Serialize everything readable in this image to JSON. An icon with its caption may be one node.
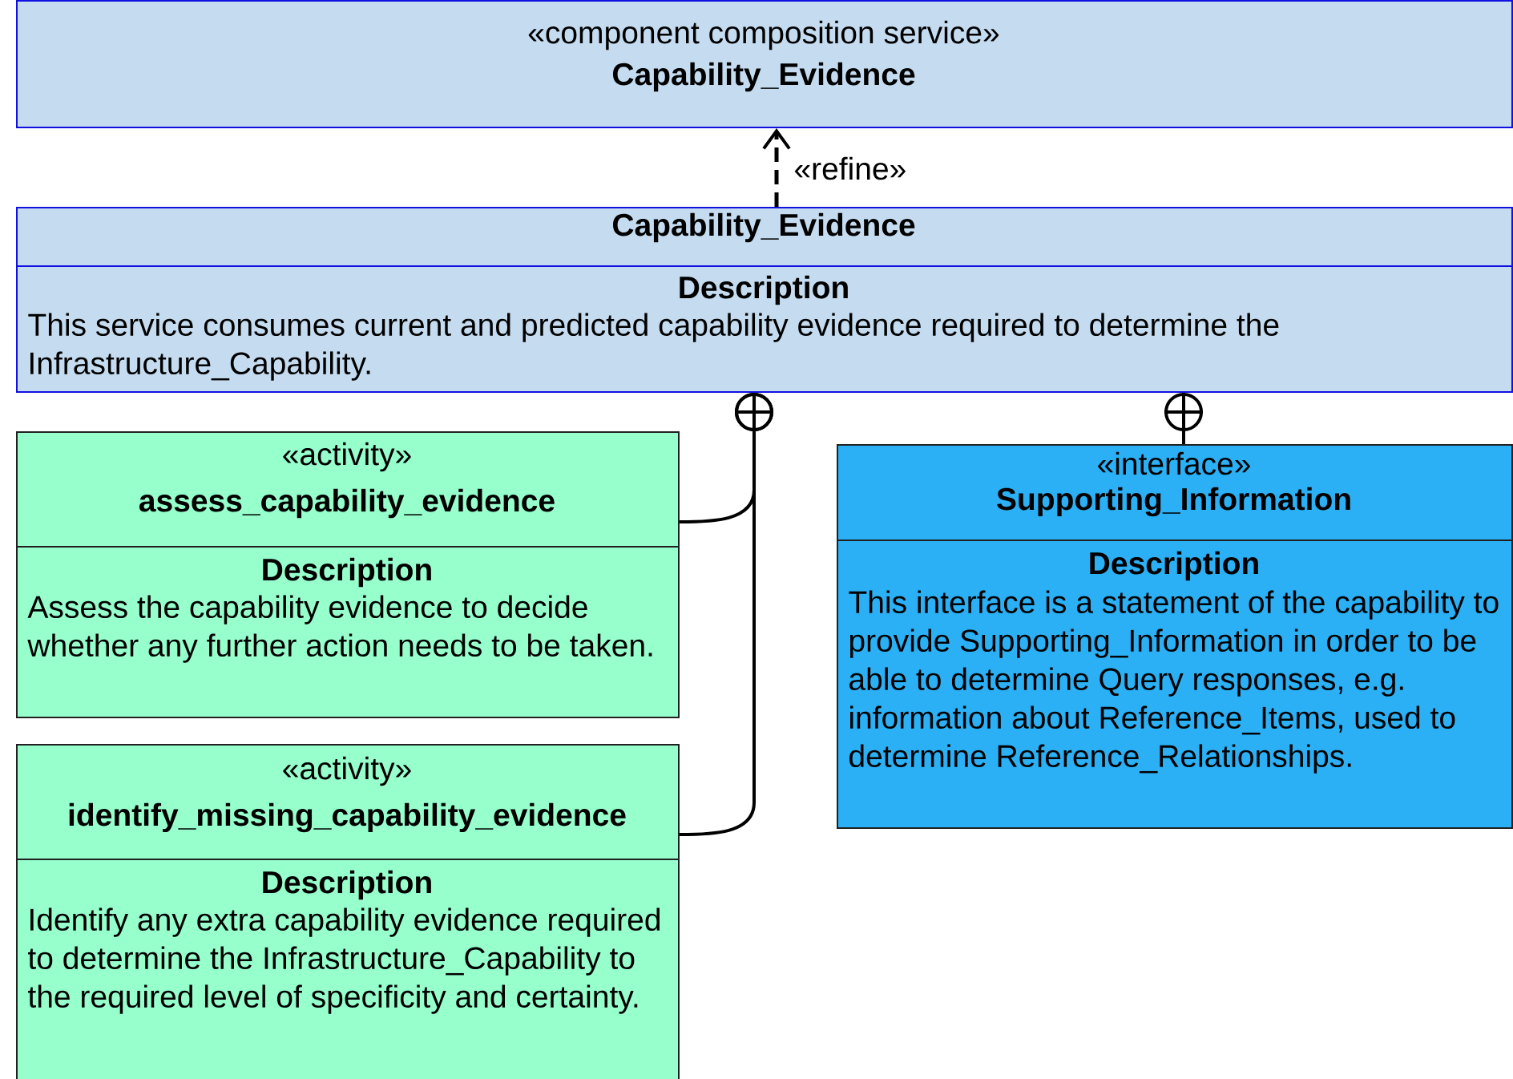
{
  "diagram": {
    "nodes": [
      {
        "text": [
          "«component composition service»",
          "Capability_Evidence"
        ]
      },
      {
        "text": [
          "Capability_Evidence",
          "Description",
          "This service consumes current and predicted capability evidence required to determine the Infrastructure_Capability."
        ]
      },
      {
        "text": [
          "«activity»",
          "assess_capability_evidence",
          "Description",
          "Assess the capability evidence to decide whether any further action needs to be taken."
        ]
      },
      {
        "text": [
          "«activity»",
          "identify_missing_capability_evidence",
          "Description",
          "Identify any extra capability evidence required to determine the Infrastructure_Capability to the required level of specificity and certainty."
        ]
      },
      {
        "text": [
          "«interface»",
          "Supporting_Information",
          "Description",
          "This interface is a statement of the capability to provide Supporting_Information in order to be able to determine Query responses, e.g. information about Reference_Items, used to determine Reference_Relationships."
        ]
      }
    ],
    "edges": [
      {
        "from": 1,
        "to": 0,
        "arrow": "to",
        "style": "dashed",
        "label": "«refine»"
      },
      {
        "from": 1,
        "to": 2,
        "arrow": "other"
      },
      {
        "from": 1,
        "to": 3,
        "arrow": "other"
      },
      {
        "from": 1,
        "to": 4,
        "arrow": "other"
      }
    ]
  }
}
